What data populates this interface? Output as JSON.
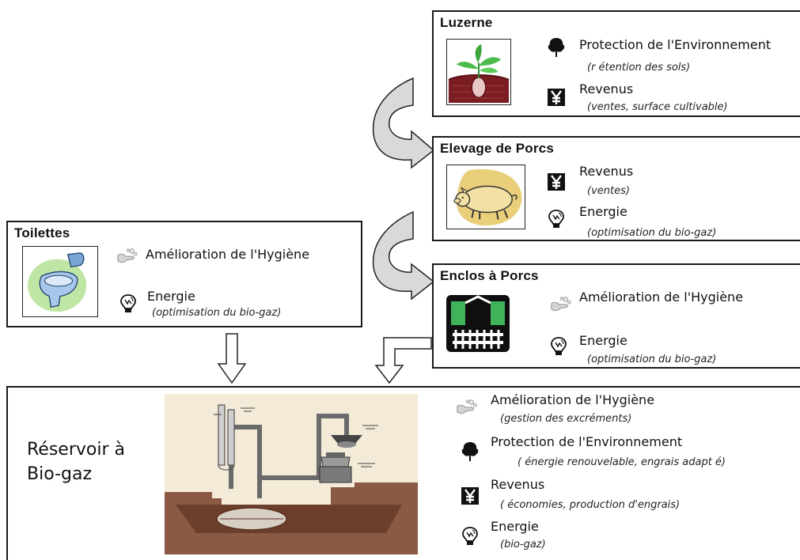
{
  "colors": {
    "border": "#1a1a1a",
    "hygiene_icon": "#9a9a9a",
    "env_icon": "#111111",
    "curved_arrow_fill": "#d9d9d9",
    "pen_green": "#3fb25a",
    "pig_yellow": "#e9cf7a",
    "toilet_green": "#bfe6a4",
    "toilet_blue": "#7aa6d6",
    "reservoir_brown": "#8a5a44"
  },
  "icons": {
    "hygiene": "soap-hands-icon",
    "environment": "tree-icon",
    "revenue": "yen-icon",
    "energy": "lightbulb-icon"
  },
  "boxes": {
    "luzerne": {
      "title": "Luzerne",
      "items": [
        {
          "icon": "tree-icon",
          "label": "Protection de l'Environnement",
          "detail": "(r étention des sols)"
        },
        {
          "icon": "yen-icon",
          "label": "Revenus",
          "detail": "(ventes, surface cultivable)"
        }
      ]
    },
    "elevage": {
      "title": "Elevage de Porcs",
      "items": [
        {
          "icon": "yen-icon",
          "label": "Revenus",
          "detail": "(ventes)"
        },
        {
          "icon": "lightbulb-icon",
          "label": "Energie",
          "detail": "(optimisation du bio-gaz)"
        }
      ]
    },
    "toilettes": {
      "title": "Toilettes",
      "items": [
        {
          "icon": "soap-hands-icon",
          "label": "Amélioration de l'Hygiène",
          "detail": ""
        },
        {
          "icon": "lightbulb-icon",
          "label": "Energie",
          "detail": "(optimisation du bio-gaz)"
        }
      ]
    },
    "enclos": {
      "title": "Enclos à Porcs",
      "items": [
        {
          "icon": "soap-hands-icon",
          "label": "Amélioration de l'Hygiène",
          "detail": ""
        },
        {
          "icon": "lightbulb-icon",
          "label": "Energie",
          "detail": "(optimisation du bio-gaz)"
        }
      ]
    },
    "reservoir": {
      "title_line1": "Réservoir à",
      "title_line2": "Bio-gaz",
      "items": [
        {
          "icon": "soap-hands-icon",
          "label": "Amélioration de l'Hygiène",
          "detail": "(gestion des excréments)"
        },
        {
          "icon": "tree-icon",
          "label": "Protection de l'Environnement",
          "detail": "( énergie renouvelable, engrais adapt é)"
        },
        {
          "icon": "yen-icon",
          "label": "Revenus",
          "detail": "( économies, production d'engrais)"
        },
        {
          "icon": "lightbulb-icon",
          "label": "Energie",
          "detail": "(bio-gaz)"
        }
      ]
    }
  }
}
